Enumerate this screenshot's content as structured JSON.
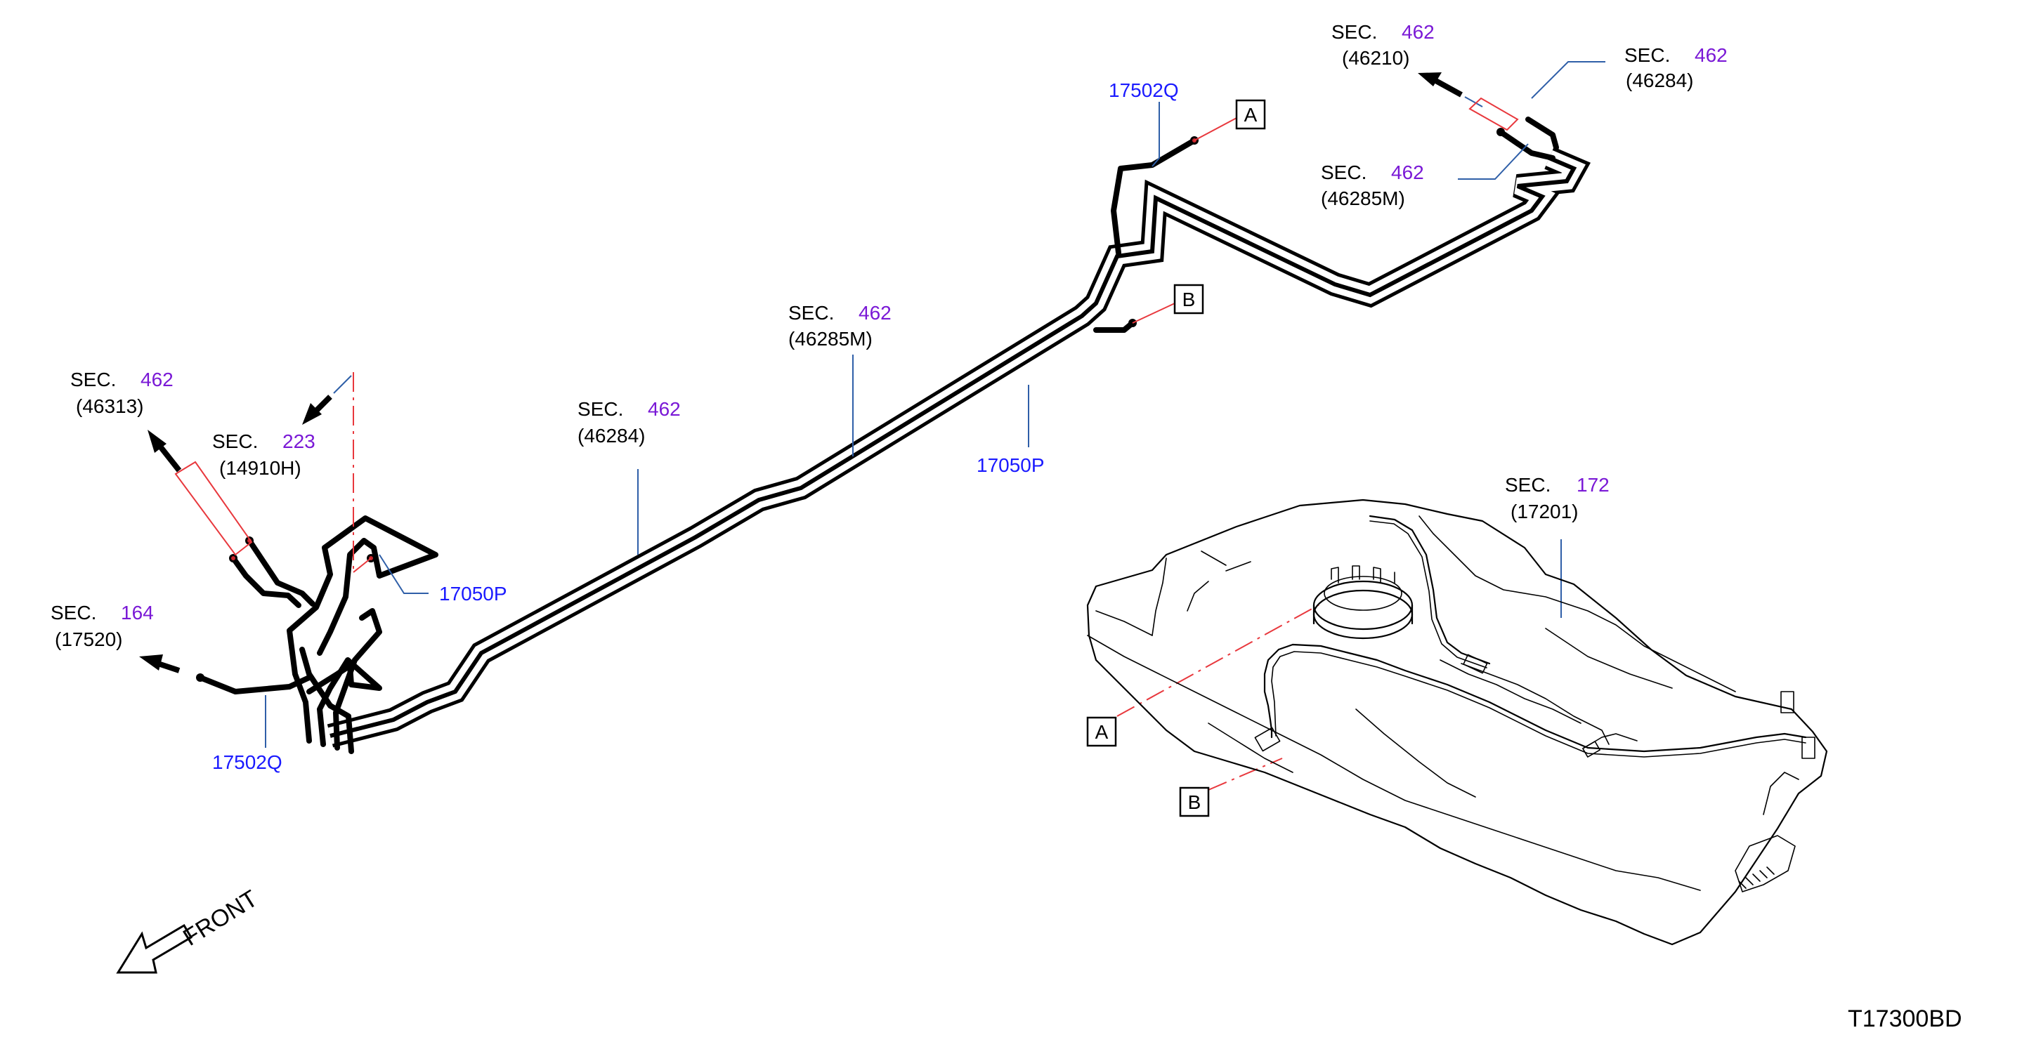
{
  "diagram_id": "T17300BD",
  "front_label": "FRONT",
  "ref_labels": [
    {
      "prefix": "SEC.",
      "sec": "462",
      "part": "(46210)"
    },
    {
      "prefix": "SEC.",
      "sec": "462",
      "part": "(46284)"
    },
    {
      "prefix": "SEC.",
      "sec": "462",
      "part": "(46285M)"
    },
    {
      "prefix": "SEC.",
      "sec": "462",
      "part": "(46285M)"
    },
    {
      "prefix": "SEC.",
      "sec": "462",
      "part": "(46284)"
    },
    {
      "prefix": "SEC.",
      "sec": "462",
      "part": "(46313)"
    },
    {
      "prefix": "SEC.",
      "sec": "223",
      "part": "(14910H)"
    },
    {
      "prefix": "SEC.",
      "sec": "164",
      "part": "(17520)"
    },
    {
      "prefix": "SEC.",
      "sec": "172",
      "part": "(17201)"
    }
  ],
  "part_numbers": [
    "17502Q",
    "17050P",
    "17050P",
    "17502Q"
  ],
  "connector_boxes": [
    "A",
    "B",
    "A",
    "B"
  ],
  "colors": {
    "sec_number": "#7a19d6",
    "part_number": "#1a1aff",
    "leader_blue": "#2f5fa8",
    "leader_red": "#e8383d",
    "line": "#000000"
  }
}
